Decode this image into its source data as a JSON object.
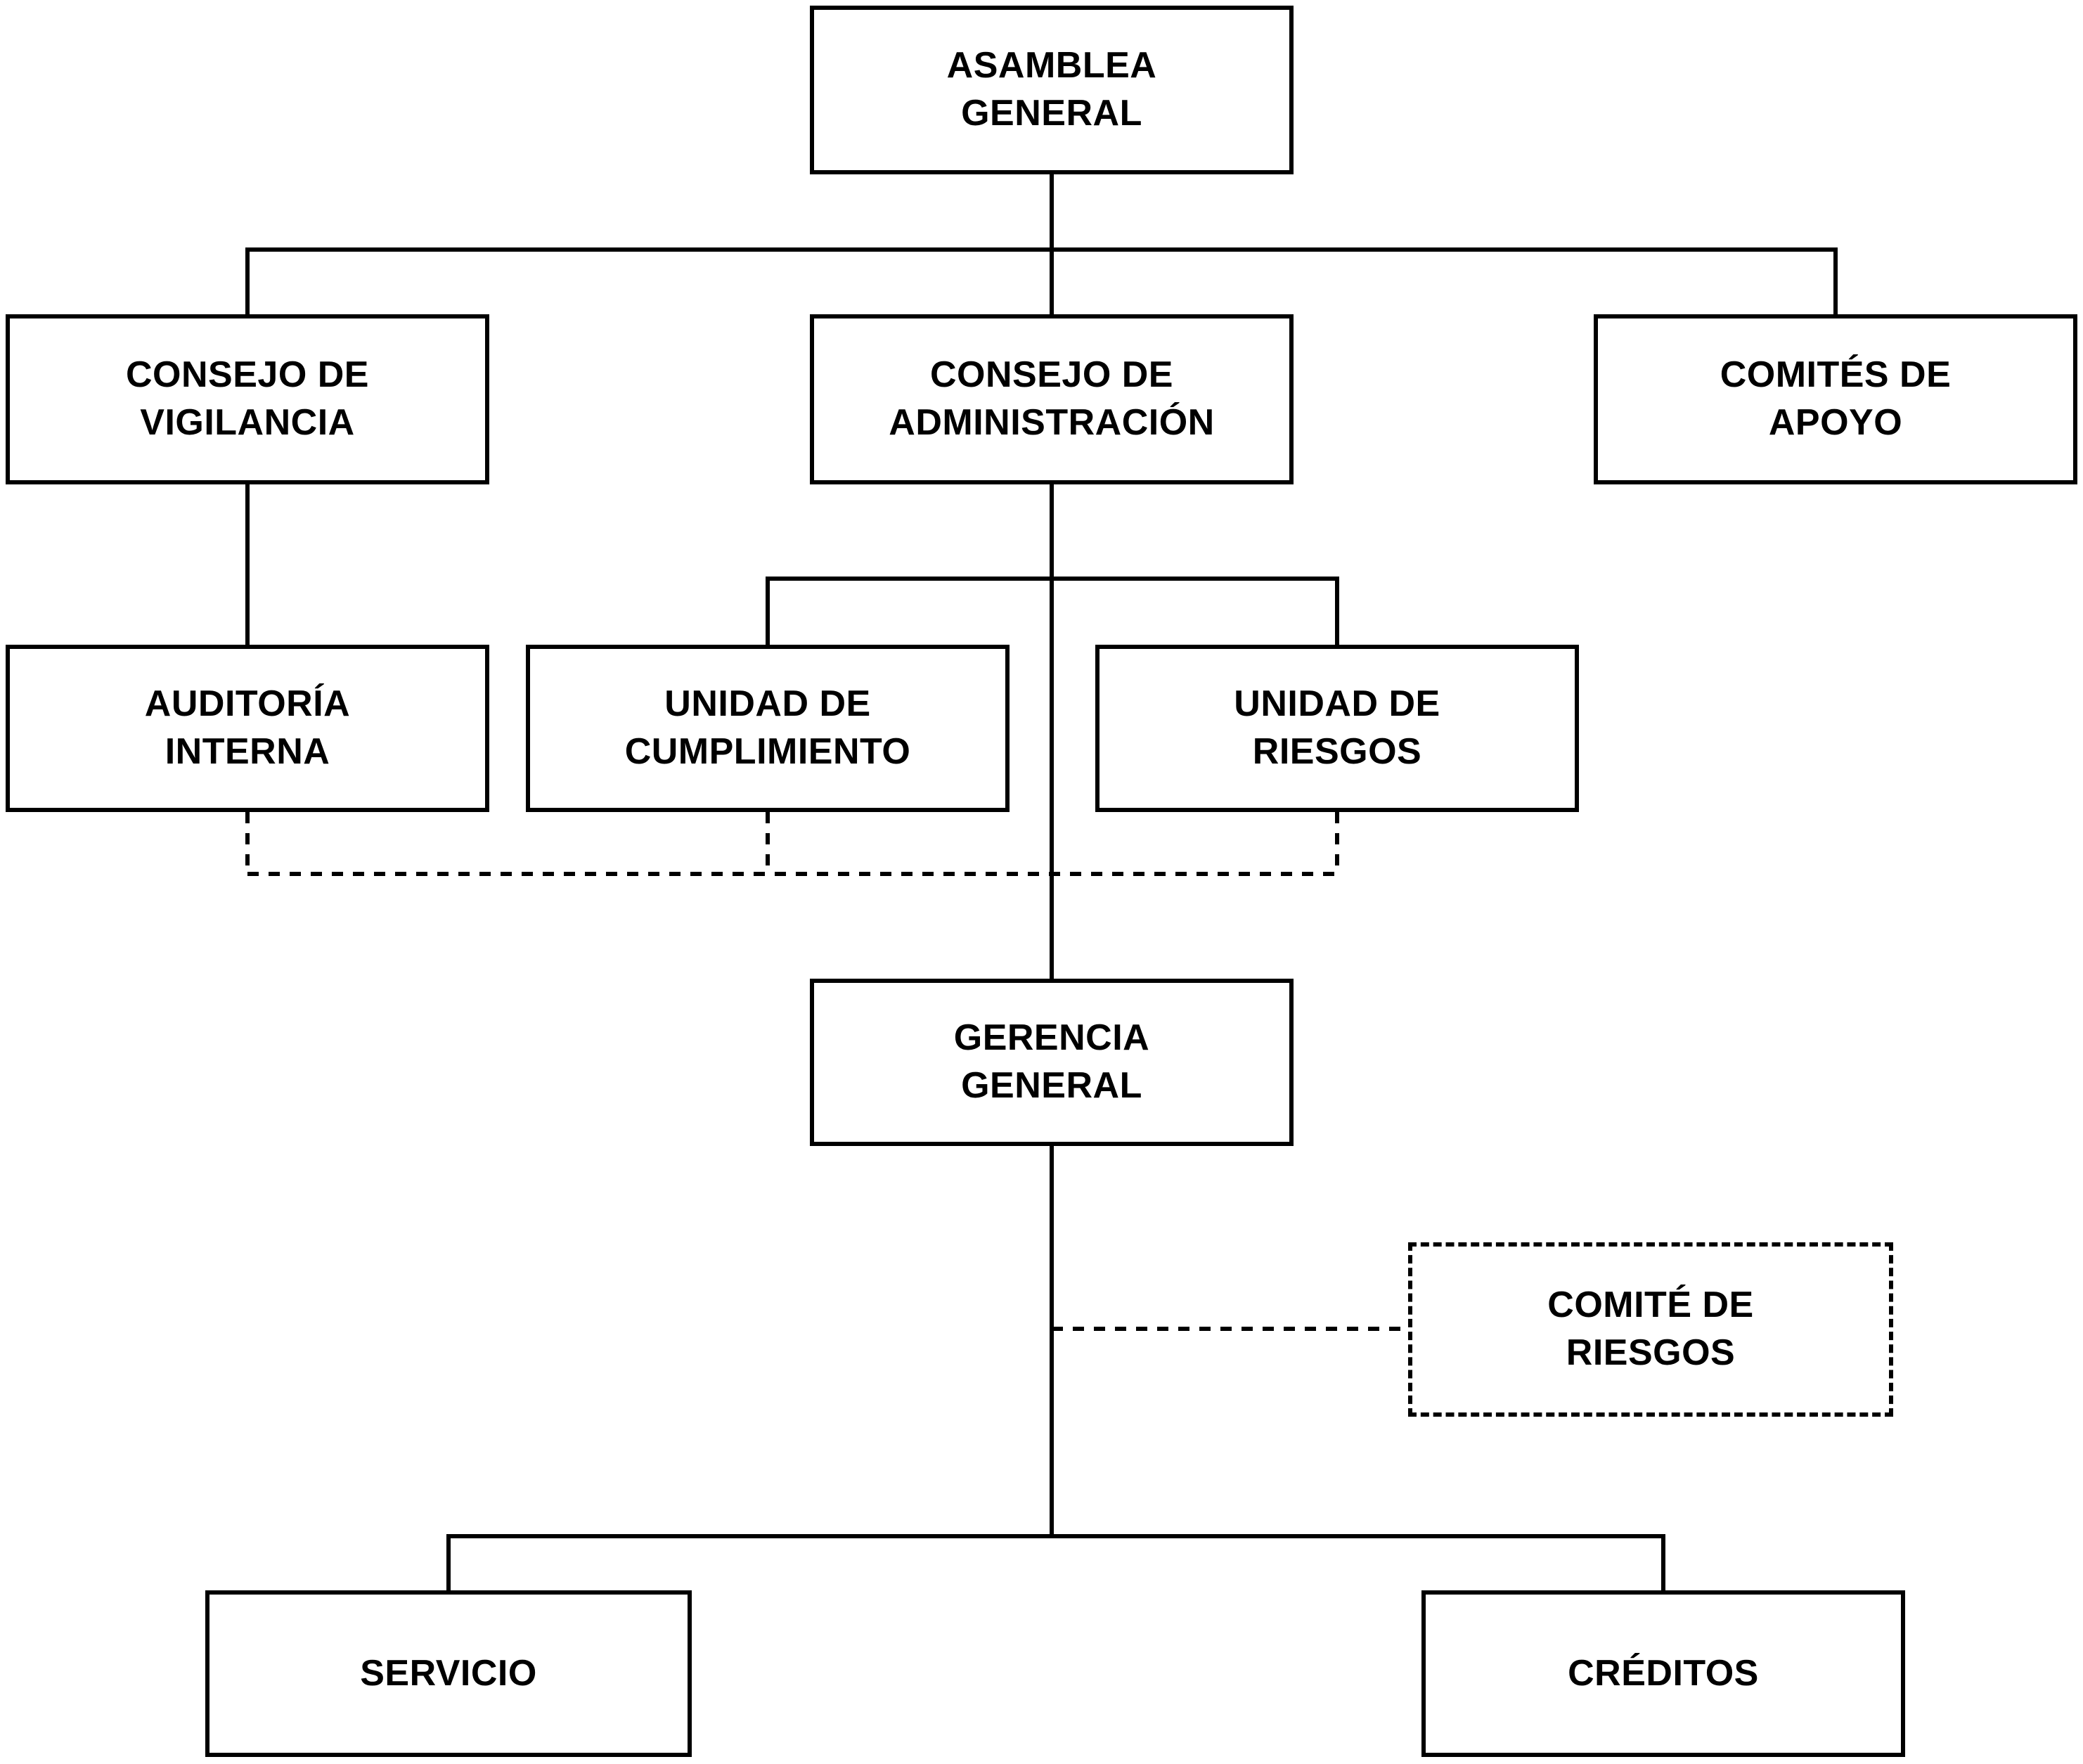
{
  "diagram": {
    "type": "org-chart",
    "colors": {
      "background": "#ffffff",
      "box_border": "#000000",
      "line": "#000000",
      "text": "#000000"
    },
    "nodes": {
      "asamblea_general": {
        "label": [
          "ASAMBLEA",
          "GENERAL"
        ],
        "border": "solid"
      },
      "consejo_vigilancia": {
        "label": [
          "CONSEJO DE",
          "VIGILANCIA"
        ],
        "border": "solid"
      },
      "consejo_administracion": {
        "label": [
          "CONSEJO DE",
          "ADMINISTRACIÓN"
        ],
        "border": "solid"
      },
      "comites_apoyo": {
        "label": [
          "COMITÉS DE",
          "APOYO"
        ],
        "border": "solid"
      },
      "auditoria_interna": {
        "label": [
          "AUDITORÍA",
          "INTERNA"
        ],
        "border": "solid"
      },
      "unidad_cumplimiento": {
        "label": [
          "UNIDAD DE",
          "CUMPLIMIENTO"
        ],
        "border": "solid"
      },
      "unidad_riesgos": {
        "label": [
          "UNIDAD DE",
          "RIESGOS"
        ],
        "border": "solid"
      },
      "gerencia_general": {
        "label": [
          "GERENCIA",
          "GENERAL"
        ],
        "border": "solid"
      },
      "comite_riesgos": {
        "label": [
          "COMITÉ DE",
          "RIESGOS"
        ],
        "border": "dashed"
      },
      "servicio": {
        "label": [
          "SERVICIO"
        ],
        "border": "solid"
      },
      "creditos": {
        "label": [
          "CRÉDITOS"
        ],
        "border": "solid"
      }
    },
    "edges": [
      {
        "from": "asamblea_general",
        "to": "consejo_vigilancia",
        "style": "solid"
      },
      {
        "from": "asamblea_general",
        "to": "consejo_administracion",
        "style": "solid"
      },
      {
        "from": "asamblea_general",
        "to": "comites_apoyo",
        "style": "solid"
      },
      {
        "from": "consejo_vigilancia",
        "to": "auditoria_interna",
        "style": "solid"
      },
      {
        "from": "consejo_administracion",
        "to": "unidad_cumplimiento",
        "style": "solid"
      },
      {
        "from": "consejo_administracion",
        "to": "unidad_riesgos",
        "style": "solid"
      },
      {
        "from": "consejo_administracion",
        "to": "gerencia_general",
        "style": "solid"
      },
      {
        "from": "auditoria_interna",
        "to": "unidad_cumplimiento",
        "style": "dashed"
      },
      {
        "from": "unidad_cumplimiento",
        "to": "unidad_riesgos",
        "style": "dashed"
      },
      {
        "from": "gerencia_general",
        "to": "comite_riesgos",
        "style": "dashed"
      },
      {
        "from": "gerencia_general",
        "to": "servicio",
        "style": "solid"
      },
      {
        "from": "gerencia_general",
        "to": "creditos",
        "style": "solid"
      }
    ]
  }
}
